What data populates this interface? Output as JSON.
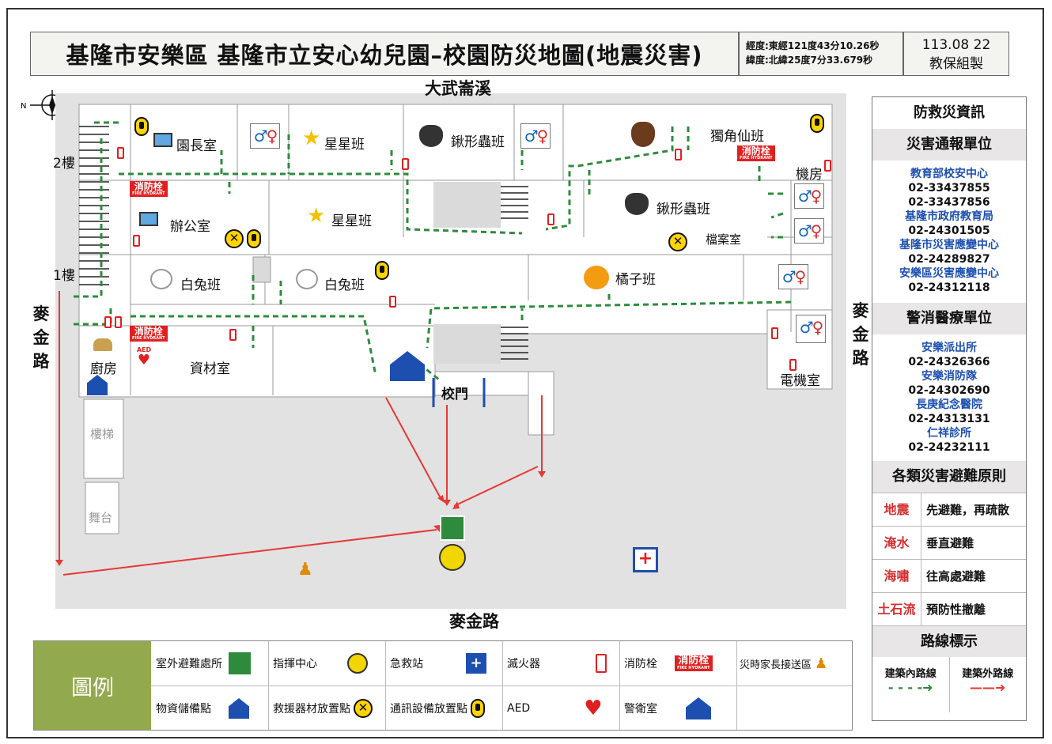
{
  "header": {
    "title": "基隆市安樂區 基隆市立安心幼兒園–校園防災地圖(地震災害)",
    "longitude": "經度:東經121度43分10.26秒",
    "latitude": "緯度:北緯25度7分33.679秒",
    "date": "113.08 22",
    "author": "教保組製"
  },
  "map": {
    "river": "大武崙溪",
    "road_bottom": "麥金路",
    "road_left": "麥金路",
    "road_right": "麥金路",
    "floor_2": "2樓",
    "floor_1": "1樓",
    "rooms": {
      "principal": "園長室",
      "star_2f": "星星班",
      "beetle_2f": "鍬形蟲班",
      "unicorn": "獨角仙班",
      "machine": "機房",
      "office": "辦公室",
      "star_1f": "星星班",
      "beetle_1f": "鍬形蟲班",
      "archive": "檔案室",
      "rabbit_a": "白兔班",
      "rabbit_b": "白兔班",
      "orange": "橘子班",
      "kitchen": "廚房",
      "materials": "資材室",
      "gate": "校門",
      "electric": "電機室",
      "stairs": "樓梯",
      "stage": "舞台"
    },
    "hydrant_text": "消防栓",
    "hydrant_sub": "FIRE HYDRANT",
    "aed_text": "AED"
  },
  "panel": {
    "title": "防救災資訊",
    "report_title": "災害通報單位",
    "report_units": [
      {
        "name": "教育部校安中心",
        "phones": [
          "02-33437855",
          "02-33437856"
        ]
      },
      {
        "name": "基隆市政府教育局",
        "phones": [
          "02-24301505"
        ]
      },
      {
        "name": "基隆市災害應變中心",
        "phones": [
          "02-24289827"
        ]
      },
      {
        "name": "安樂區災害應變中心",
        "phones": [
          "02-24312118"
        ]
      }
    ],
    "emergency_title": "警消醫療單位",
    "emergency_units": [
      {
        "name": "安樂派出所",
        "phone": "02-24326366"
      },
      {
        "name": "安樂消防隊",
        "phone": "02-24302690"
      },
      {
        "name": "長庚紀念醫院",
        "phone": "02-24313131"
      },
      {
        "name": "仁祥診所",
        "phone": "02-24232111"
      }
    ],
    "rules_title": "各類災害避難原則",
    "rules": [
      {
        "hazard": "地震",
        "rule": "先避難，再疏散"
      },
      {
        "hazard": "淹水",
        "rule": "垂直避難"
      },
      {
        "hazard": "海嘯",
        "rule": "往高處避難"
      },
      {
        "hazard": "土石流",
        "rule": "預防性撤離"
      }
    ],
    "route_title": "路線標示",
    "route_inside": "建築內路線",
    "route_outside": "建築外路線"
  },
  "legend": {
    "title": "圖例",
    "items": [
      {
        "label": "室外避難處所",
        "icon": "evacuation-site-icon"
      },
      {
        "label": "指揮中心",
        "icon": "command-center-icon"
      },
      {
        "label": "急救站",
        "icon": "first-aid-icon"
      },
      {
        "label": "滅火器",
        "icon": "extinguisher-icon"
      },
      {
        "label": "消防栓",
        "icon": "hydrant-icon"
      },
      {
        "label": "災時家長接送區",
        "icon": "parent-pickup-icon"
      },
      {
        "label": "物資儲備點",
        "icon": "storage-icon"
      },
      {
        "label": "救援器材放置點",
        "icon": "rescue-tools-icon"
      },
      {
        "label": "通訊設備放置點",
        "icon": "comm-device-icon"
      },
      {
        "label": "AED",
        "icon": "aed-icon"
      },
      {
        "label": "警衛室",
        "icon": "guard-room-icon"
      }
    ]
  },
  "colors": {
    "inside_route": "#2e8b3d",
    "outside_route": "#e53935",
    "hydrant": "#e02020",
    "legend_head": "#93a94e"
  }
}
